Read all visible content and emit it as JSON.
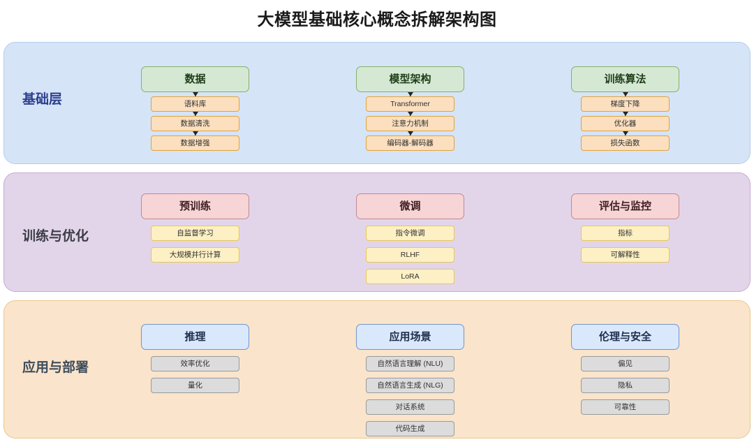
{
  "title": "大模型基础核心概念拆解架构图",
  "layers": [
    {
      "id": "foundation",
      "label": "基础层",
      "band_color": "#d6e4f7",
      "label_color": "#2c3e8f",
      "connectors": true,
      "head_style": "green",
      "sub_style": "orange",
      "groups": [
        {
          "head": "数据",
          "items": [
            "语料库",
            "数据清洗",
            "数据增强"
          ]
        },
        {
          "head": "模型架构",
          "items": [
            "Transformer",
            "注意力机制",
            "编码器-解码器"
          ]
        },
        {
          "head": "训练算法",
          "items": [
            "梯度下降",
            "优化器",
            "损失函数"
          ]
        }
      ]
    },
    {
      "id": "training",
      "label": "训练与优化",
      "band_color": "#e2d5ea",
      "label_color": "#3c3c46",
      "connectors": false,
      "head_style": "red",
      "sub_style": "yellow",
      "groups": [
        {
          "head": "预训练",
          "items": [
            "自监督学习",
            "大规模并行计算"
          ]
        },
        {
          "head": "微调",
          "items": [
            "指令微调",
            "RLHF",
            "LoRA"
          ]
        },
        {
          "head": "评估与监控",
          "items": [
            "指标",
            "可解释性"
          ]
        }
      ]
    },
    {
      "id": "application",
      "label": "应用与部署",
      "band_color": "#fae4cb",
      "label_color": "#3d4d5c",
      "connectors": false,
      "head_style": "blue",
      "sub_style": "gray",
      "groups": [
        {
          "head": "推理",
          "items": [
            "效率优化",
            "量化"
          ]
        },
        {
          "head": "应用场景",
          "items": [
            "自然语言理解 (NLU)",
            "自然语言生成 (NLG)",
            "对话系统",
            "代码生成"
          ]
        },
        {
          "head": "伦理与安全",
          "items": [
            "偏见",
            "隐私",
            "可靠性"
          ]
        }
      ]
    }
  ]
}
